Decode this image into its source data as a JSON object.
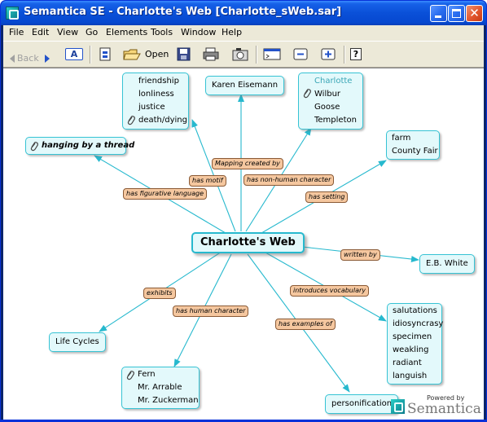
{
  "window": {
    "title": "Semantica SE - Charlotte's Web [Charlotte_sWeb.sar]",
    "close_glyph": "✕"
  },
  "menubar": {
    "items": [
      "File",
      "Edit",
      "View",
      "Go",
      "Elements",
      "Tools",
      "Window",
      "Help"
    ]
  },
  "toolbar": {
    "back_label": "Back",
    "open_label": "Open",
    "text_tool_label": "A",
    "help_glyph": "?"
  },
  "map": {
    "central": "Charlotte's Web",
    "nodes": {
      "themes": [
        "friendship",
        "lonliness",
        "justice",
        "death/dying"
      ],
      "author_creator": [
        "Karen Eisemann"
      ],
      "characters_animals": [
        "Charlotte",
        "Wilbur",
        "Goose",
        "Templeton"
      ],
      "figurative": [
        "hanging by a thread"
      ],
      "setting": [
        "farm",
        "County Fair"
      ],
      "author": [
        "E.B. White"
      ],
      "genre": [
        "Life Cycles"
      ],
      "vocabulary": [
        "salutations",
        "idiosyncrasy",
        "specimen",
        "weakling",
        "radiant",
        "languish"
      ],
      "human_characters": [
        "Fern",
        "Mr. Arrable",
        "Mr. Zuckerman"
      ],
      "personification": [
        "personification"
      ]
    },
    "links": {
      "mapping_created_by": "Mapping created by",
      "has_motif": "has motif",
      "has_non_human_character": "has non-human character",
      "has_figurative_language": "has figurative language",
      "has_setting": "has setting",
      "written_by": "written by",
      "exhibits": "exhibits",
      "has_human_character": "has human character",
      "introduces_vocabulary": "introduces vocabulary",
      "has_examples_of": "has examples of"
    },
    "colors": {
      "node_fill": "#e3f9fb",
      "node_border": "#36c3d4",
      "link_line": "#27b9ce",
      "label_fill": "#f5c79f",
      "label_border": "#8a5a36"
    }
  },
  "branding": {
    "powered_by": "Powered by",
    "name": "Semantica"
  }
}
